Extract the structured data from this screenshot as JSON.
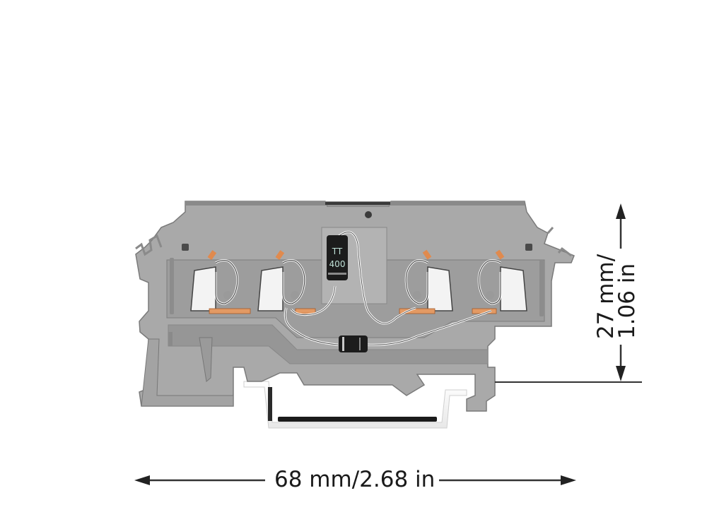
{
  "figure": {
    "subject": "DIN-rail terminal block with two diodes, side view",
    "colors": {
      "housing": "#a7a7a7",
      "housing_dark": "#8e8e8e",
      "housing_shadow": "#6e6e6e",
      "clamp": "#f2f2f2",
      "contact": "#e0915a",
      "diode_body": "#1c1c1c",
      "rail": "#ffffff",
      "dimension_line": "#333333"
    }
  },
  "dimensions": {
    "width": {
      "label": "68 mm/2.68 in",
      "mm": 68,
      "in": 2.68
    },
    "height": {
      "label_line1": "27 mm/",
      "label_line2": "1.06 in",
      "mm": 27,
      "in": 1.06
    }
  },
  "components": {
    "diode_vertical_marking_line1": "TT",
    "diode_vertical_marking_line2": "400",
    "clamps": [
      "clamp-1",
      "clamp-2",
      "clamp-3",
      "clamp-4"
    ]
  }
}
